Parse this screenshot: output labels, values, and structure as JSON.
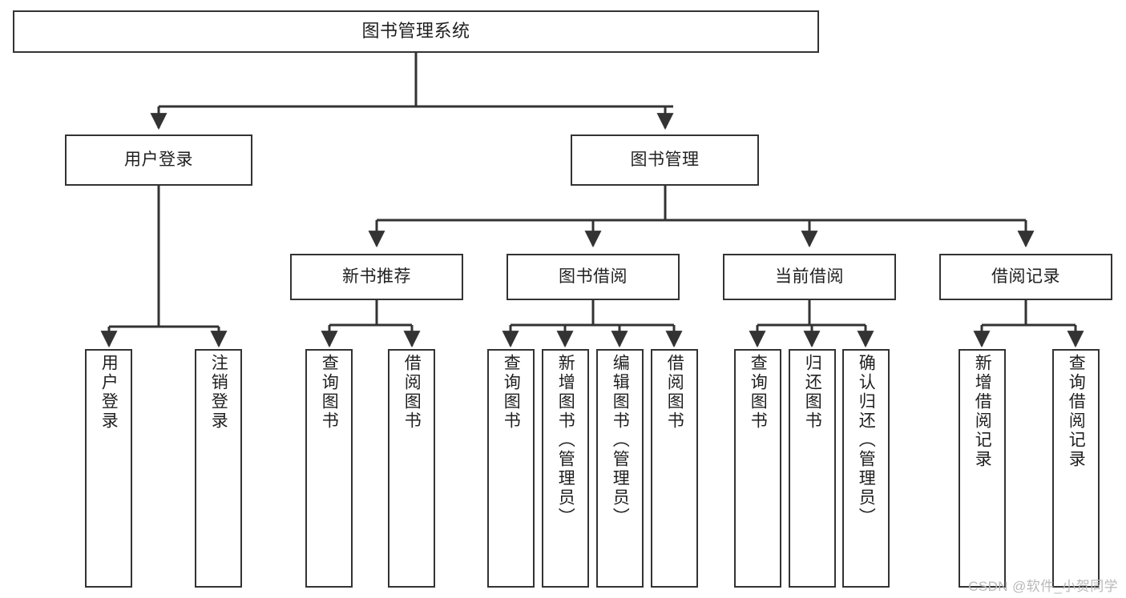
{
  "diagram": {
    "title": "图书管理系统",
    "type": "tree-hierarchy-diagram",
    "colors": {
      "box_border": "#333333",
      "box_fill": "#ffffff",
      "edge": "#333333",
      "text": "#1f1f1f",
      "watermark": "#b9b9b9",
      "background": "#ffffff"
    },
    "root": {
      "label": "图书管理系统"
    },
    "level2": [
      {
        "label": "用户登录"
      },
      {
        "label": "图书管理"
      }
    ],
    "level3": [
      {
        "label": "新书推荐"
      },
      {
        "label": "图书借阅"
      },
      {
        "label": "当前借阅"
      },
      {
        "label": "借阅记录"
      }
    ],
    "leaves": {
      "user_login": [
        {
          "label": "用户登录"
        },
        {
          "label": "注销登录"
        }
      ],
      "new_book_recommend": [
        {
          "label": "查询图书"
        },
        {
          "label": "借阅图书"
        }
      ],
      "book_borrow": [
        {
          "label": "查询图书"
        },
        {
          "label": "新增图书（管理员）"
        },
        {
          "label": "编辑图书（管理员）"
        },
        {
          "label": "借阅图书"
        }
      ],
      "current_borrow": [
        {
          "label": "查询图书"
        },
        {
          "label": "归还图书"
        },
        {
          "label": "确认归还（管理员）"
        }
      ],
      "borrow_record": [
        {
          "label": "新增借阅记录"
        },
        {
          "label": "查询借阅记录"
        }
      ]
    }
  },
  "watermark": {
    "text": "CSDN @软件_小贺同学"
  }
}
